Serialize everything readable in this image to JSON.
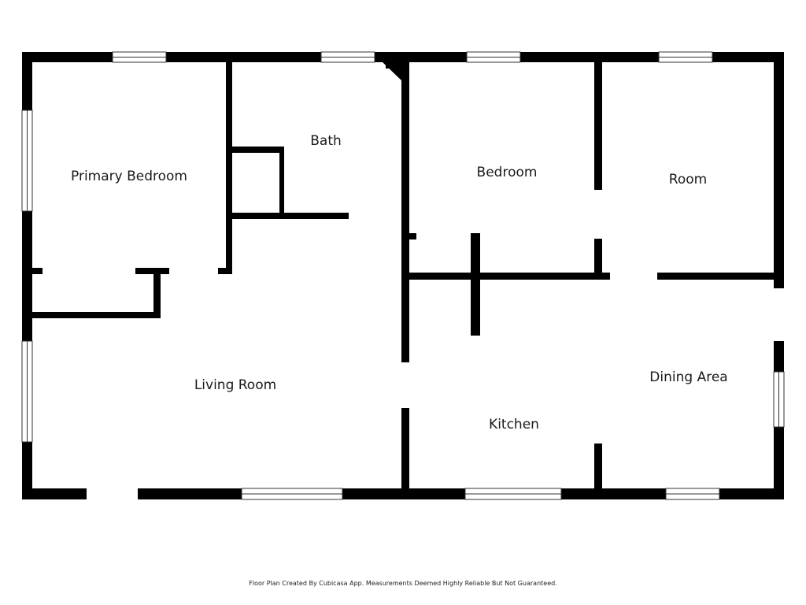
{
  "rooms": {
    "primary_bedroom": "Primary Bedroom",
    "bath": "Bath",
    "bedroom": "Bedroom",
    "room": "Room",
    "living_room": "Living Room",
    "kitchen": "Kitchen",
    "dining_area": "Dining Area"
  },
  "footer": {
    "note": "Floor Plan Created By Cubicasa App. Measurements Deemed Highly Reliable But Not Guaranteed."
  },
  "colors": {
    "wall": "#000000",
    "window_frame": "#333333",
    "background": "#ffffff"
  }
}
